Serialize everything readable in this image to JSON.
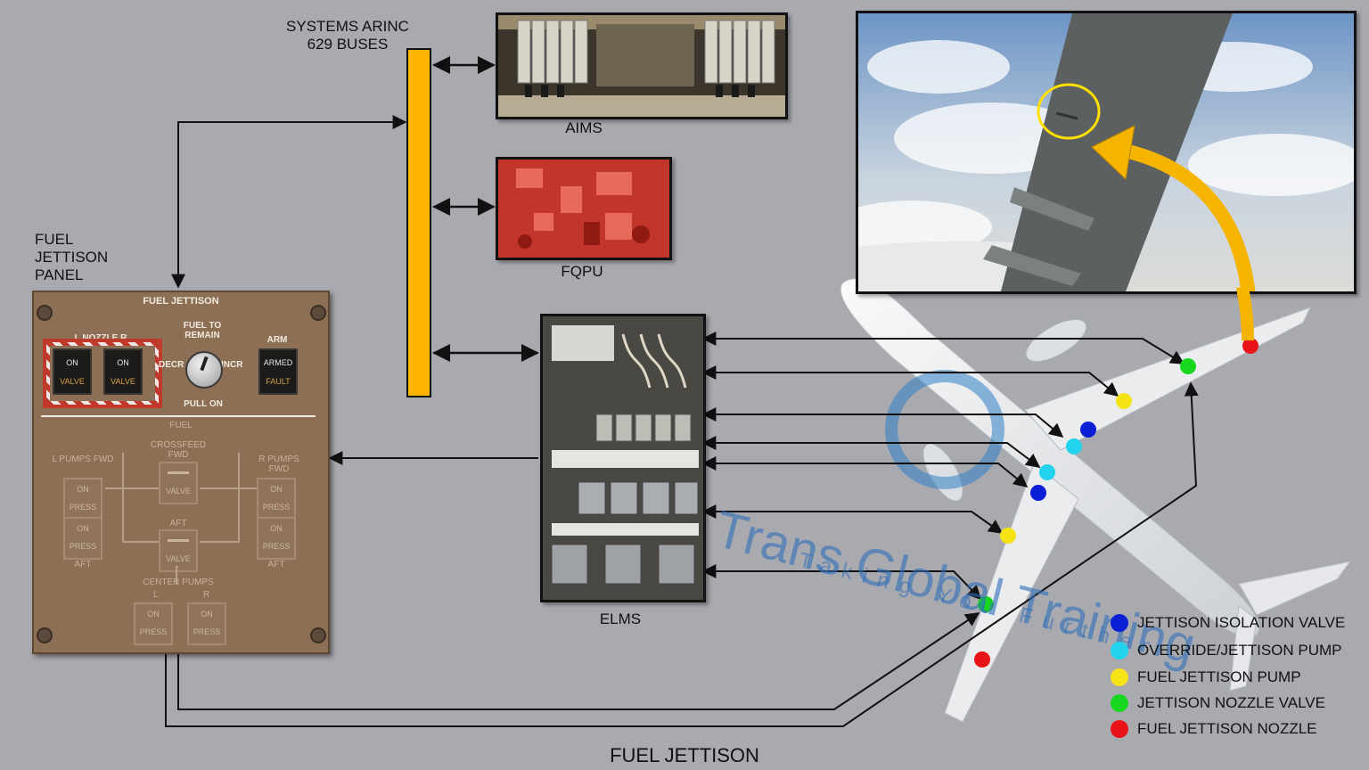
{
  "labels": {
    "buses_line1": "SYSTEMS ARINC",
    "buses_line2": "629 BUSES",
    "aims": "AIMS",
    "fqpu": "FQPU",
    "elms": "ELMS",
    "panel_line1": "FUEL",
    "panel_line2": "JETTISON",
    "panel_line3": "PANEL",
    "bottom_title": "FUEL JETTISON",
    "watermark_main": "Trans Global Training",
    "watermark_tag": "Taking You Further"
  },
  "panel": {
    "header": "FUEL JETTISON",
    "nozzle_label": "L  NOZZLE  R",
    "on": "ON",
    "valve": "VALVE",
    "fuel_to_remain": "FUEL TO REMAIN",
    "decr": "DECR",
    "incr": "INCR",
    "pull_on": "PULL ON",
    "arm": "ARM",
    "armed": "ARMED",
    "fault": "FAULT",
    "fuel": "FUEL",
    "crossfeed_fwd": "CROSSFEED FWD",
    "l_pumps_fwd": "L PUMPS FWD",
    "r_pumps_fwd": "R PUMPS FWD",
    "press": "PRESS",
    "aft": "AFT",
    "center_pumps": "CENTER PUMPS",
    "l": "L",
    "r": "R"
  },
  "legend": [
    {
      "label": "JETTISON ISOLATION VALVE",
      "color": "#0a1fd6"
    },
    {
      "label": "OVERRIDE/JETTISON PUMP",
      "color": "#22d3ee"
    },
    {
      "label": "FUEL JETTISON PUMP",
      "color": "#f5e316"
    },
    {
      "label": "JETTISON NOZZLE VALVE",
      "color": "#19d61f"
    },
    {
      "label": "FUEL JETTISON NOZZLE",
      "color": "#e8141a"
    }
  ],
  "colors": {
    "bus": "#ffb400",
    "arrow": "#111111",
    "highlight_arrow": "#f5b400",
    "highlight_circle": "#ffe000"
  }
}
